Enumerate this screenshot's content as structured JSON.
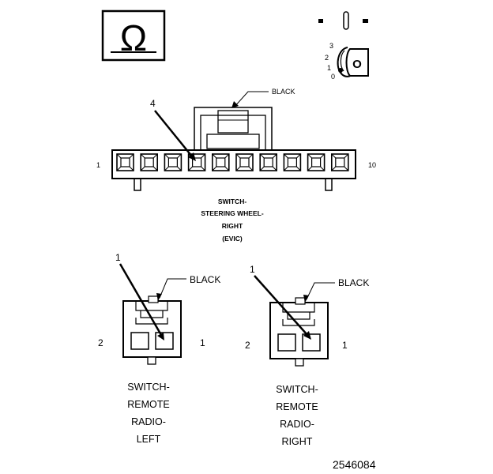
{
  "ohm_symbol": "Ω",
  "key_switch": {
    "positions": [
      "3",
      "2",
      "1",
      "0"
    ],
    "key_letter": "O"
  },
  "main_connector": {
    "wire_color": "BLACK",
    "callout": "4",
    "pin_left": "1",
    "pin_right": "10",
    "caption": [
      "SWITCH-",
      "STEERING WHEEL-",
      "RIGHT",
      "(EVIC)"
    ]
  },
  "left_connector": {
    "wire_color": "BLACK",
    "callout": "1",
    "pin_left": "2",
    "pin_right": "1",
    "caption": [
      "SWITCH-",
      "REMOTE",
      "RADIO-",
      "LEFT"
    ]
  },
  "right_connector": {
    "wire_color": "BLACK",
    "callout": "1",
    "pin_left": "2",
    "pin_right": "1",
    "caption": [
      "SWITCH-",
      "REMOTE",
      "RADIO-",
      "RIGHT"
    ]
  },
  "figure_number": "2546084"
}
